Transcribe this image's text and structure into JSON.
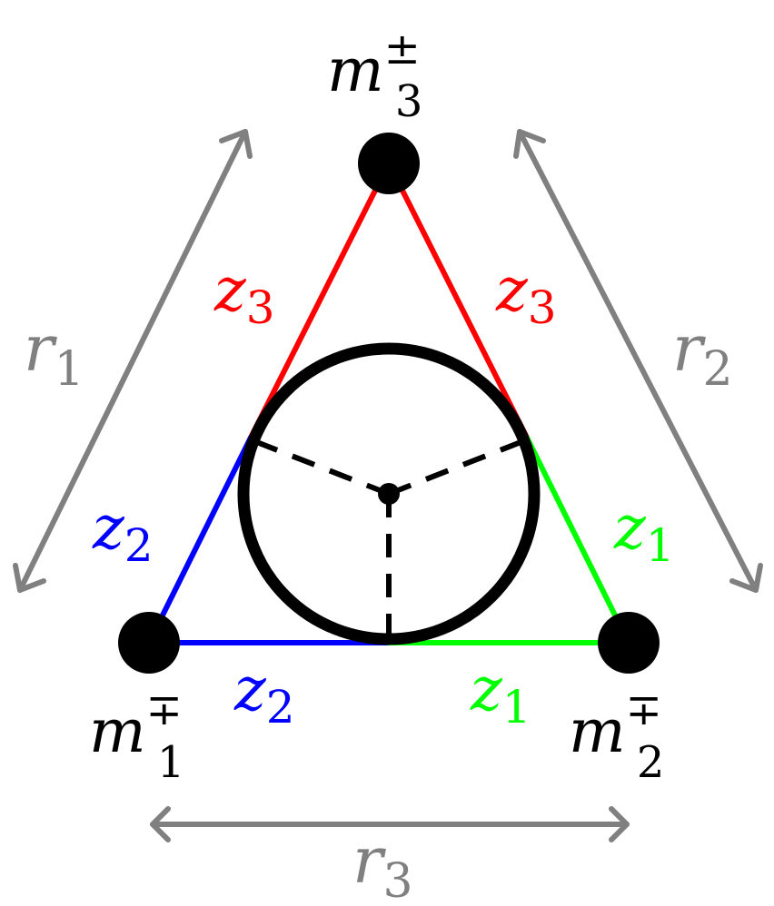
{
  "colors": {
    "red": "#ff0000",
    "blue": "#0000ff",
    "green": "#00ff00",
    "gray": "#808080",
    "black": "#000000"
  },
  "masses": {
    "m3": {
      "base": "m",
      "sub": "3",
      "sup": "±"
    },
    "m1": {
      "base": "m",
      "sub": "1",
      "sup": "∓"
    },
    "m2": {
      "base": "m",
      "sub": "2",
      "sup": "∓"
    }
  },
  "segments": {
    "z3_left": {
      "base": "z",
      "sub": "3"
    },
    "z3_right": {
      "base": "z",
      "sub": "3"
    },
    "z2_left": {
      "base": "z",
      "sub": "2"
    },
    "z2_bottom": {
      "base": "z",
      "sub": "2"
    },
    "z1_right": {
      "base": "z",
      "sub": "1"
    },
    "z1_bottom": {
      "base": "z",
      "sub": "1"
    }
  },
  "distances": {
    "r1": {
      "base": "r",
      "sub": "1"
    },
    "r2": {
      "base": "r",
      "sub": "2"
    },
    "r3": {
      "base": "r",
      "sub": "3"
    }
  }
}
